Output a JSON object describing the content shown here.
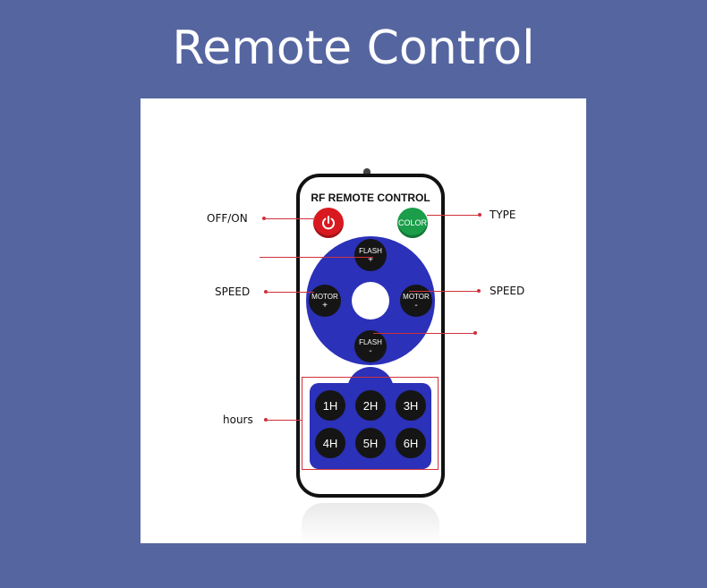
{
  "title": "Remote Control",
  "remote": {
    "header": "RF REMOTE CONTROL",
    "power_icon": "power-icon",
    "color_label": "COLOR",
    "flash_up": {
      "label": "FLASH",
      "sign": "+"
    },
    "flash_down": {
      "label": "FLASH",
      "sign": "-"
    },
    "motor_left": {
      "label": "MOTOR",
      "sign": "+"
    },
    "motor_right": {
      "label": "MOTOR",
      "sign": "-"
    },
    "timers": [
      "1H",
      "2H",
      "3H",
      "4H",
      "5H",
      "6H"
    ]
  },
  "annotations": {
    "off_on": "OFF/ON",
    "type": "TYPE",
    "speed_left": "SPEED",
    "speed_right": "SPEED",
    "hours": "hours"
  },
  "colors": {
    "background": "#5565a0",
    "dial_blue": "#2b31b8",
    "power_red": "#d8191f",
    "color_green": "#1b9d4a",
    "annotation_red": "#d0303a"
  }
}
